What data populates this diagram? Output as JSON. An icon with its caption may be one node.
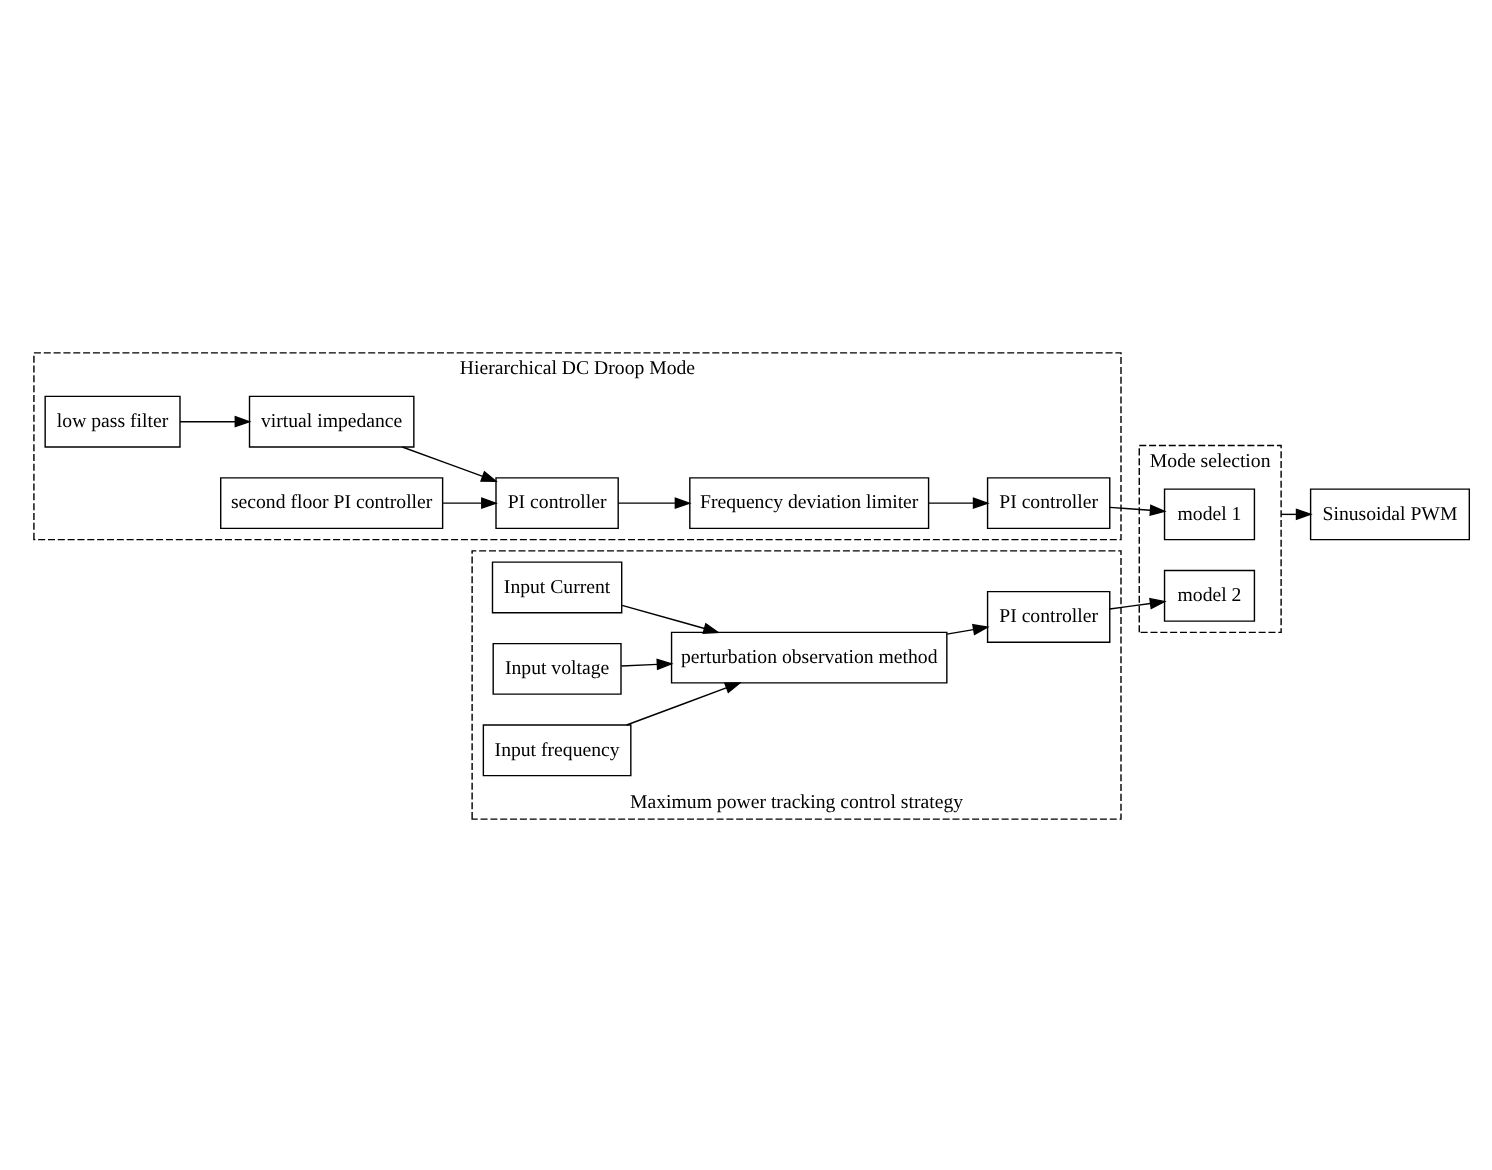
{
  "diagram": {
    "nodes": [
      {
        "text": [
          "Hierarchical DC Droop Mode"
        ]
      },
      {
        "text": [
          "low pass filter"
        ],
        "in": 0
      },
      {
        "text": [
          "virtual impedance"
        ],
        "in": 0
      },
      {
        "text": [
          "PI controller"
        ],
        "in": 0
      },
      {
        "text": [
          "Frequency deviation limiter"
        ],
        "in": 0
      },
      {
        "text": [
          "PI controller"
        ],
        "in": 0
      },
      {
        "text": [
          "second floor PI controller"
        ],
        "in": 0
      },
      {
        "text": [
          "Sinusoidal PWM"
        ]
      },
      {
        "text": [
          "Mode selection"
        ]
      },
      {
        "text": [
          "model 1"
        ],
        "in": 8
      },
      {
        "text": [
          "model 2"
        ],
        "in": 8
      },
      {
        "text": [
          "Maximum power tracking control strategy"
        ]
      },
      {
        "text": [
          "Input Current"
        ],
        "in": 11
      },
      {
        "text": [
          "Input voltage"
        ],
        "in": 11
      },
      {
        "text": [
          "Input frequency"
        ],
        "in": 11
      },
      {
        "text": [
          "perturbation observation method"
        ],
        "in": 11
      },
      {
        "text": [
          "PI controller"
        ],
        "in": 11
      }
    ],
    "edges": [
      {
        "from": 1,
        "to": 2,
        "arrow": "to"
      },
      {
        "from": 2,
        "to": 3,
        "arrow": "to"
      },
      {
        "from": 3,
        "to": 4,
        "arrow": "to"
      },
      {
        "from": 4,
        "to": 5,
        "arrow": "to"
      },
      {
        "from": 5,
        "to": 9,
        "arrow": "to"
      },
      {
        "from": 6,
        "to": 3,
        "arrow": "to"
      },
      {
        "from": 12,
        "to": 15,
        "arrow": "to"
      },
      {
        "from": 13,
        "to": 15,
        "arrow": "to"
      },
      {
        "from": 14,
        "to": 15,
        "arrow": "to"
      },
      {
        "from": 15,
        "to": 16,
        "arrow": "to"
      },
      {
        "from": 16,
        "to": 10,
        "arrow": "to"
      },
      {
        "from": 8,
        "to": 7,
        "arrow": "to"
      }
    ]
  }
}
